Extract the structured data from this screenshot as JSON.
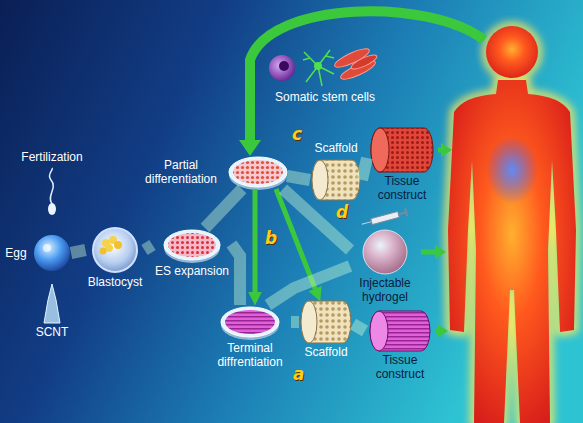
{
  "diagram": {
    "nodes": [
      {
        "text": [
          "Fertilization"
        ]
      },
      {
        "text": [
          "Egg"
        ]
      },
      {
        "text": [
          "SCNT"
        ]
      },
      {
        "text": [
          "Blastocyst"
        ]
      },
      {
        "text": [
          "ES expansion"
        ]
      },
      {
        "text": [
          "Somatic stem cells"
        ]
      },
      {
        "text": [
          "Partial differentiation"
        ]
      },
      {
        "text": [
          "Scaffold"
        ]
      },
      {
        "text": [
          "Tissue construct"
        ]
      },
      {
        "text": [
          "Injectable hydrogel"
        ]
      },
      {
        "text": [
          "Terminal diffrentiation"
        ]
      },
      {
        "text": [
          "Scaffold"
        ]
      },
      {
        "text": [
          "Tissue construct"
        ]
      }
    ],
    "edges": [
      {
        "from": 1,
        "to": 3,
        "arrow": "none"
      },
      {
        "from": 3,
        "to": 4,
        "arrow": "none"
      },
      {
        "from": 4,
        "to": 6,
        "arrow": "none"
      },
      {
        "from": 4,
        "to": 10,
        "arrow": "none"
      },
      {
        "from": 6,
        "to": 10,
        "arrow": "to"
      },
      {
        "from": 6,
        "to": 11,
        "arrow": "to"
      },
      {
        "from": 6,
        "to": 7,
        "arrow": "none"
      },
      {
        "from": 7,
        "to": 8,
        "arrow": "none"
      },
      {
        "from": 6,
        "to": 9,
        "arrow": "none"
      },
      {
        "from": 10,
        "to": 9,
        "arrow": "none"
      },
      {
        "from": 10,
        "to": 11,
        "arrow": "none"
      },
      {
        "from": 11,
        "to": 12,
        "arrow": "none"
      }
    ],
    "labels": [
      "c",
      "b",
      "d",
      "a"
    ]
  }
}
